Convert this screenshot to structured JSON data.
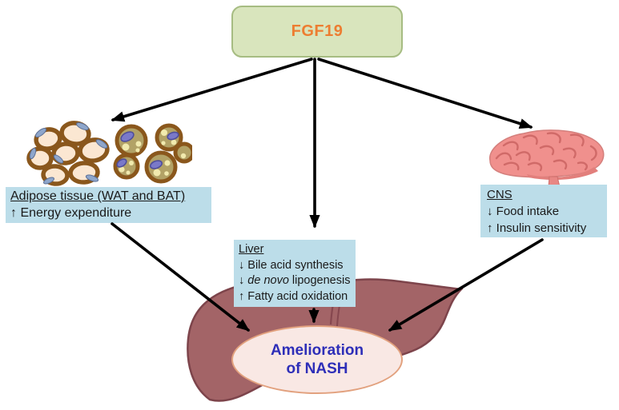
{
  "diagram": {
    "source_node": {
      "label": "FGF19"
    },
    "adipose_box": {
      "heading": "Adipose tissue (WAT and BAT)",
      "lines": [
        "↑ Energy expenditure"
      ]
    },
    "liver_box": {
      "heading": "Liver",
      "line1": "↓ Bile acid synthesis",
      "line2_prefix": "↓ ",
      "line2_italic": "de novo",
      "line2_suffix": " lipogenesis",
      "line3": "↑ Fatty acid oxidation"
    },
    "cns_box": {
      "heading": "CNS",
      "lines": [
        "↓ Food intake",
        "↑ Insulin sensitivity"
      ]
    },
    "outcome": {
      "line1": "Amelioration",
      "line2": "of NASH"
    },
    "illustrations": {
      "adipose": "adipose-tissue-cells (WAT cluster and BAT cluster)",
      "brain": "brain",
      "liver": "liver"
    },
    "colors": {
      "fgf19_box_fill": "#d9e5bd",
      "fgf19_box_border": "#a6bc82",
      "fgf19_text": "#ed7d31",
      "info_box_fill": "#bcdde9",
      "outcome_fill": "#f9e8e4",
      "outcome_border": "#e2a17e",
      "outcome_text": "#2e2eb8",
      "liver_fill": "#a36467",
      "brain_fill": "#f0908d",
      "arrow": "#000000"
    }
  }
}
